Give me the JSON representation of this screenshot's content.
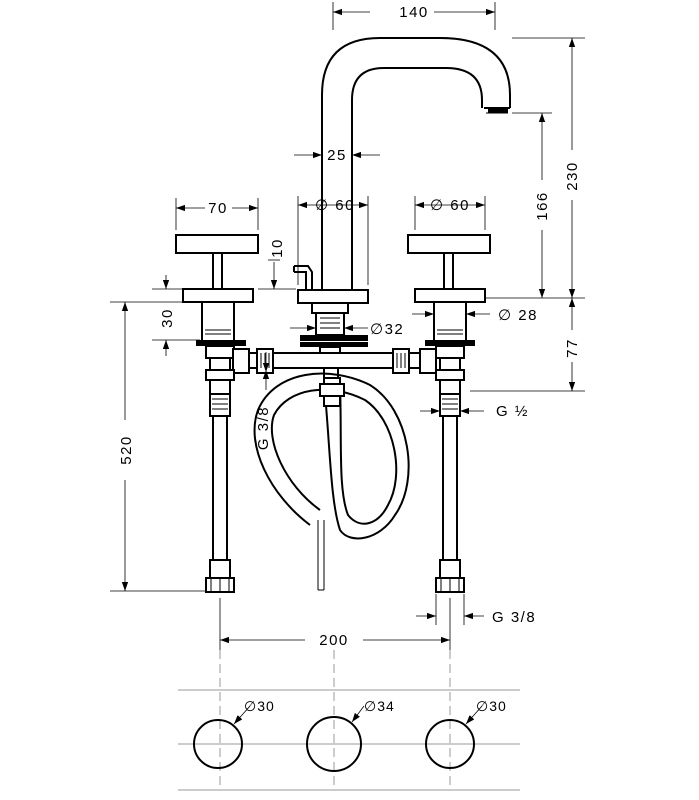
{
  "dimensions": {
    "spout_reach": "140",
    "spout_height": "230",
    "outlet_height": "166",
    "spout_neck": "25",
    "spout_base_dia": "∅ 60",
    "handle_width": "70",
    "handle_base_dia": "∅ 60",
    "handle_gap": "10",
    "handle_base_height": "30",
    "shank_dia_center": "∅32",
    "shank_dia_right": "∅ 28",
    "deck_depth": "77",
    "outlet_thread": "G ½",
    "inlet_thread": "G 3/8",
    "hose_thread": "G 3/8",
    "total_length": "520",
    "center_spacing": "200",
    "hole_left": "∅30",
    "hole_center": "∅34",
    "hole_right": "∅30"
  }
}
